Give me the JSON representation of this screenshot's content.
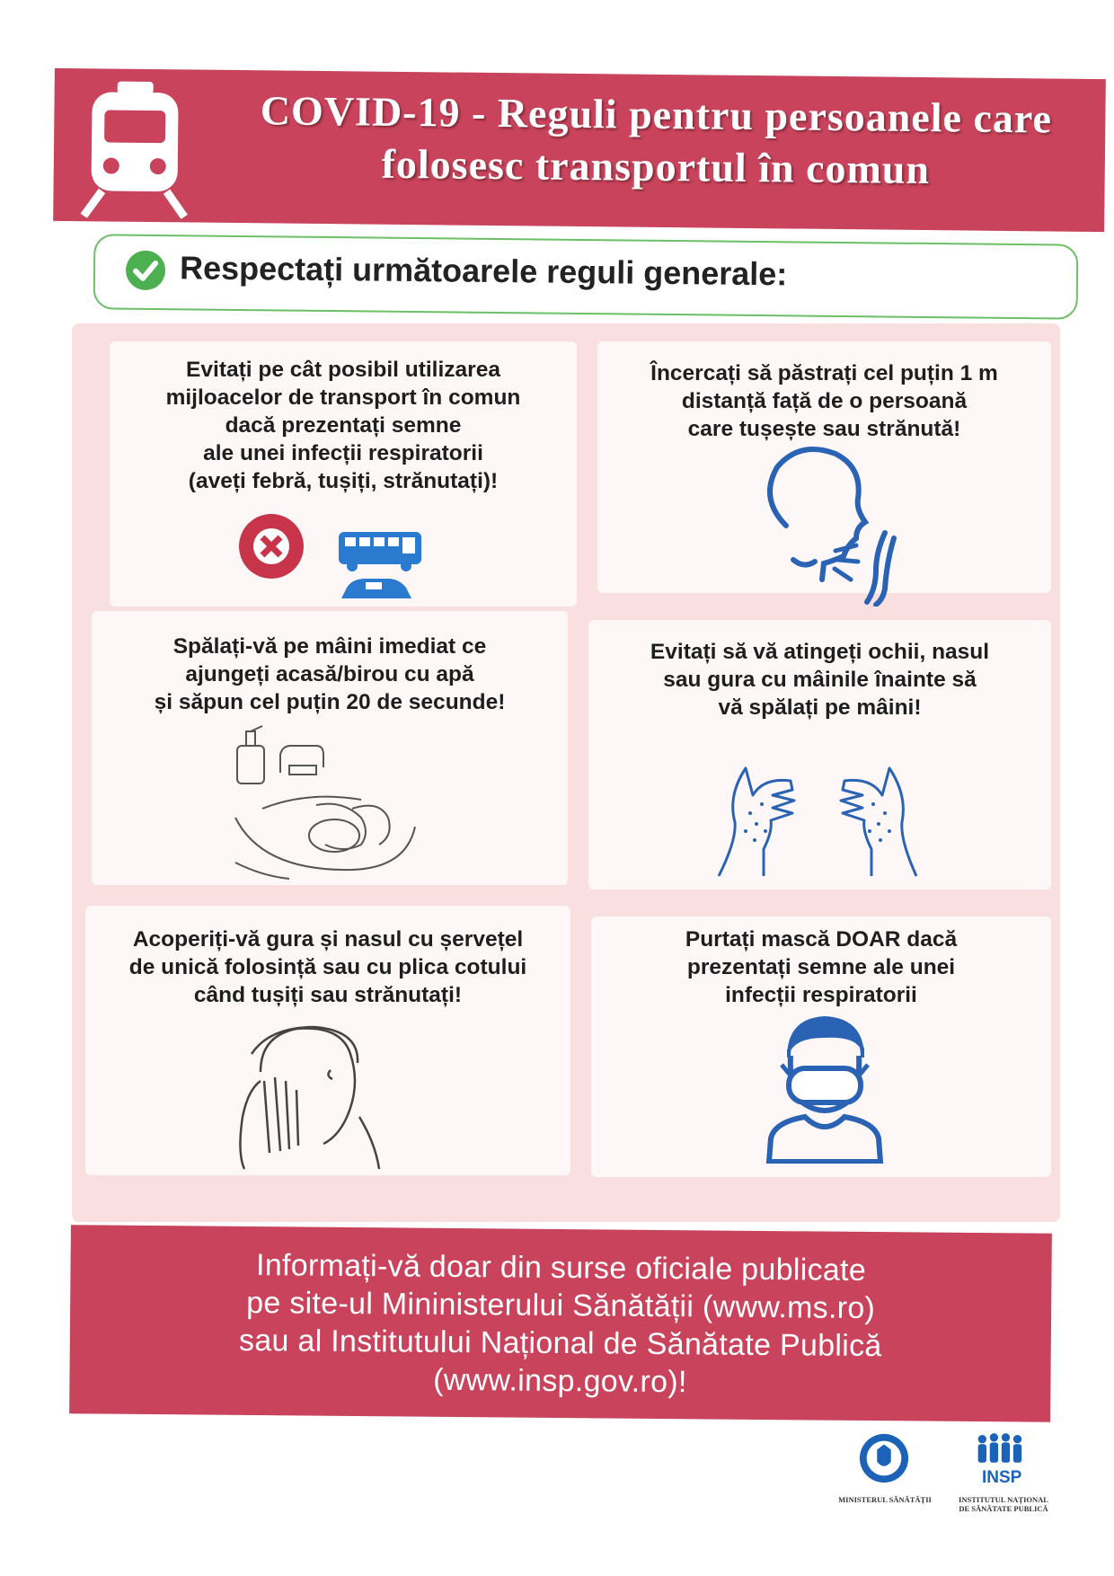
{
  "header": {
    "title_line1": "COVID-19 - Reguli pentru persoanele care",
    "title_line2": "folosesc transportul în comun",
    "icon": "train-icon"
  },
  "rules_bar": {
    "text": "Respectați următoarele reguli generale:",
    "icon": "check-icon"
  },
  "cards": [
    {
      "text": "Evitați pe cât posibil utilizarea\nmijloacelor de transport în comun\ndacă prezentați semne\nale unei infecții respiratorii\n(aveți febră, tușiți, strănutați)!",
      "icon": "no-transport-icon"
    },
    {
      "text": "Încercați să păstrați cel puțin 1 m\ndistanță față de o persoană\ncare tușește sau strănută!",
      "icon": "sneeze-distance-icon"
    },
    {
      "text": "Spălați-vă pe mâini imediat ce\najungeți acasă/birou cu apă\nși săpun cel puțin 20 de secunde!",
      "icon": "hand-washing-icon"
    },
    {
      "text": "Evitați să vă atingeți ochii, nasul\nsau gura cu mâinile înainte să\nvă  spălați pe mâini!",
      "icon": "dirty-hands-icon"
    },
    {
      "text": "Acoperiți-vă gura și nasul cu șervețel\nde unică folosință sau cu plica cotului\ncând tușiți sau strănutați!",
      "icon": "cover-cough-icon"
    },
    {
      "text": "Purtați mască DOAR dacă\nprezentați semne ale unei\ninfecții respiratorii",
      "icon": "face-mask-icon"
    }
  ],
  "footer": {
    "text": "Informați-vă doar din surse oficiale publicate\npe site-ul Mininisterului Sănătății  (www.ms.ro)\nsau al Institutului Național de Sănătate Publică\n(www.insp.gov.ro)!"
  },
  "logos": {
    "ms_caption": "MINISTERUL SĂNĂTĂȚII",
    "insp_label": "INSP",
    "insp_caption": "INSTITUTUL NAȚIONAL\nDE SĂNĂTATE PUBLICĂ"
  },
  "colors": {
    "brand_red": "#c8435b",
    "panel_pink": "#f9dfdf",
    "check_green": "#4caf50",
    "icon_blue": "#2a63b4"
  }
}
